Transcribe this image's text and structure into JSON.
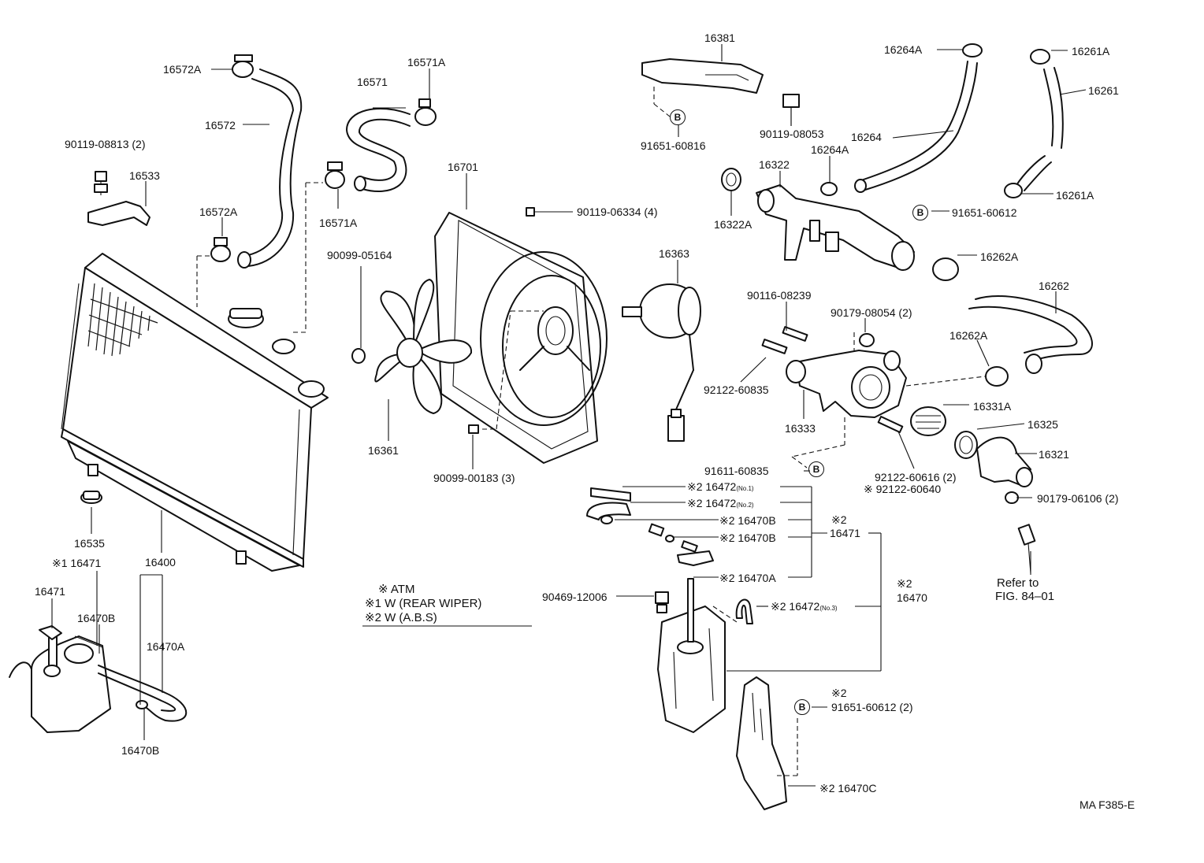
{
  "figure_code": "MA F385-E",
  "labels": {
    "p16572A_top": "16572A",
    "p16572": "16572",
    "p90119_08813": "90119-08813 (2)",
    "p16533": "16533",
    "p16572A_mid": "16572A",
    "p16571": "16571",
    "p16571A_top": "16571A",
    "p16571A_mid": "16571A",
    "p90099_05164": "90099-05164",
    "p16701": "16701",
    "p90119_06334": "90119-06334 (4)",
    "p16363": "16363",
    "p16361": "16361",
    "p90099_00183": "90099-00183 (3)",
    "p16535": "16535",
    "p16400": "16400",
    "p16381": "16381",
    "p90119_08053": "90119-08053",
    "p91651_60816": "91651-60816",
    "p16264A_top": "16264A",
    "p16264": "16264",
    "p16264A_mid": "16264A",
    "p16322": "16322",
    "p16322A": "16322A",
    "p16261A_top": "16261A",
    "p16261": "16261",
    "p16261A_bot": "16261A",
    "p91651_60612": "91651-60612",
    "p16262A_top": "16262A",
    "p16262": "16262",
    "p90116_08239": "90116-08239",
    "p90179_08054": "90179-08054 (2)",
    "p16262A_mid": "16262A",
    "p92122_60835": "92122-60835",
    "p16333": "16333",
    "p16331A": "16331A",
    "p16325": "16325",
    "p16321": "16321",
    "p91611_60835": "91611-60835",
    "p92122_60616": "92122-60616 (2)",
    "p92122_60640": "※ 92122-60640",
    "p90179_06106": "90179-06106 (2)",
    "refer_line1": "Refer to",
    "refer_line2": "FIG. 84–01",
    "p16472_no1_num": "※2 16472",
    "p16472_no1_sub": "(No.1)",
    "p16472_no2_num": "※2 16472",
    "p16472_no2_sub": "(No.2)",
    "p16470B_a": "※2 16470B",
    "p16470B_b": "※2 16470B",
    "p16471_right_mark": "※2",
    "p16471_right": "16471",
    "p16470A_right": "※2 16470A",
    "p90469_12006": "90469-12006",
    "p16472_no3_num": "※2 16472",
    "p16472_no3_sub": "(No.3)",
    "p16470_mark": "※2",
    "p16470": "16470",
    "p91651_60612_2_mark": "※2",
    "p91651_60612_2": "91651-60612 (2)",
    "p16470C": "※2 16470C",
    "p16471_left_group": "※1  16471",
    "p16471_left": "16471",
    "p16470B_left_top": "16470B",
    "p16470A_left": "16470A",
    "p16470B_left_bot": "16470B",
    "circle_B": "B"
  },
  "legend": {
    "line1": "※ ATM",
    "line2": "※1 W (REAR WIPER)",
    "line3": "※2 W (A.B.S)"
  }
}
